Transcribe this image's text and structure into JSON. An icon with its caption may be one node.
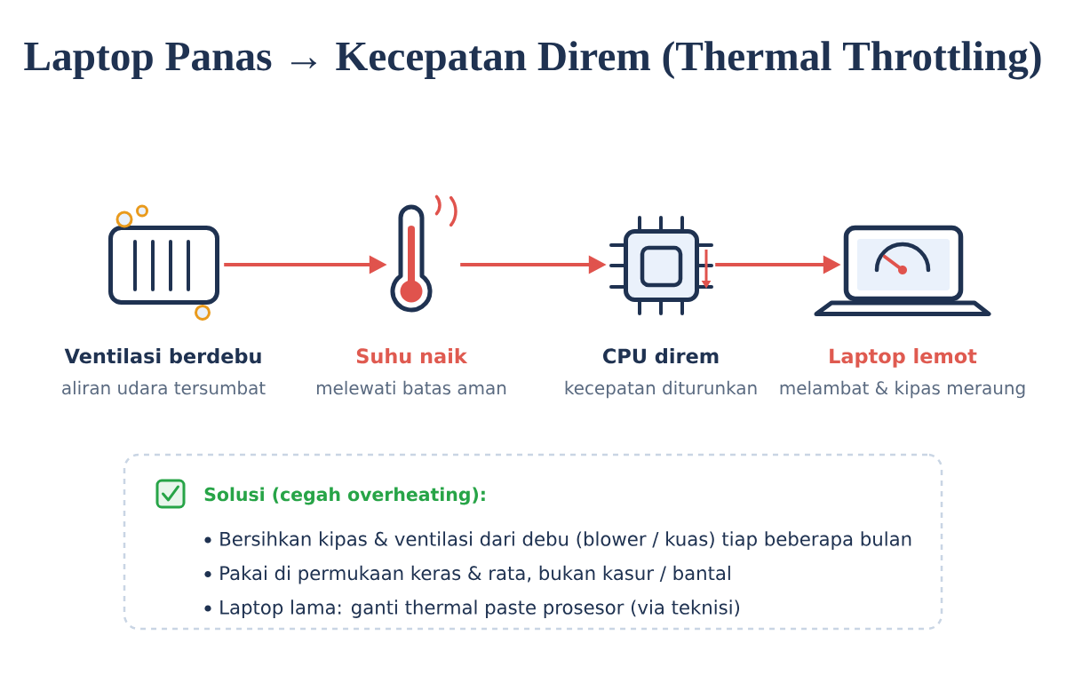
{
  "diagram": {
    "title": "Laptop Panas → Kecepatan Direm (Thermal Throttling)",
    "nodes": [
      {
        "text": [],
        "shape": "picture",
        "beside": [
          "Ventilasi berdebu",
          "aliran udara tersumbat"
        ]
      },
      {
        "text": [],
        "shape": "picture",
        "beside": [
          "Suhu naik",
          "melewati batas aman"
        ]
      },
      {
        "text": [],
        "shape": "picture",
        "beside": [
          "CPU direm",
          "kecepatan diturunkan"
        ]
      },
      {
        "text": [],
        "shape": "picture",
        "beside": [
          "Laptop lemot",
          "melambat & kipas meraung"
        ]
      },
      {
        "text": [
          "Solusi (cegah overheating):",
          "Bersihkan kipas & ventilasi dari debu (blower / kuas) tiap beberapa bulan",
          "Pakai di permukaan keras & rata, bukan kasur / bantal",
          "Laptop lama: ganti thermal paste prosesor (via teknisi)"
        ]
      }
    ],
    "edges": [
      {
        "from": 0,
        "to": 1,
        "arrow": "to"
      },
      {
        "from": 1,
        "to": 2,
        "arrow": "to"
      },
      {
        "from": 2,
        "to": 3,
        "arrow": "to"
      }
    ]
  }
}
